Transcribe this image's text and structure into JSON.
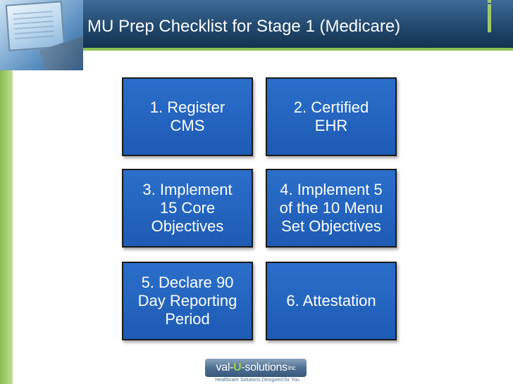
{
  "slide": {
    "title": "MU Prep Checklist for Stage 1 (Medicare)"
  },
  "steps": [
    {
      "label": "1. Register\nCMS"
    },
    {
      "label": "2. Certified\nEHR"
    },
    {
      "label": "3. Implement\n15 Core\nObjectives"
    },
    {
      "label": "4. Implement 5\nof the 10 Menu\nSet Objectives"
    },
    {
      "label": "5. Declare 90\nDay Reporting\nPeriod"
    },
    {
      "label": "6. Attestation"
    }
  ],
  "logo": {
    "part1": "val-",
    "part2": "U",
    "part3": "-solutions",
    "suffix": "inc",
    "tagline": "Healthcare Solutions Designed for You"
  },
  "colors": {
    "box_fill": "#2a6fcb",
    "header": "#22496f",
    "accent_green": "#8cc152"
  }
}
